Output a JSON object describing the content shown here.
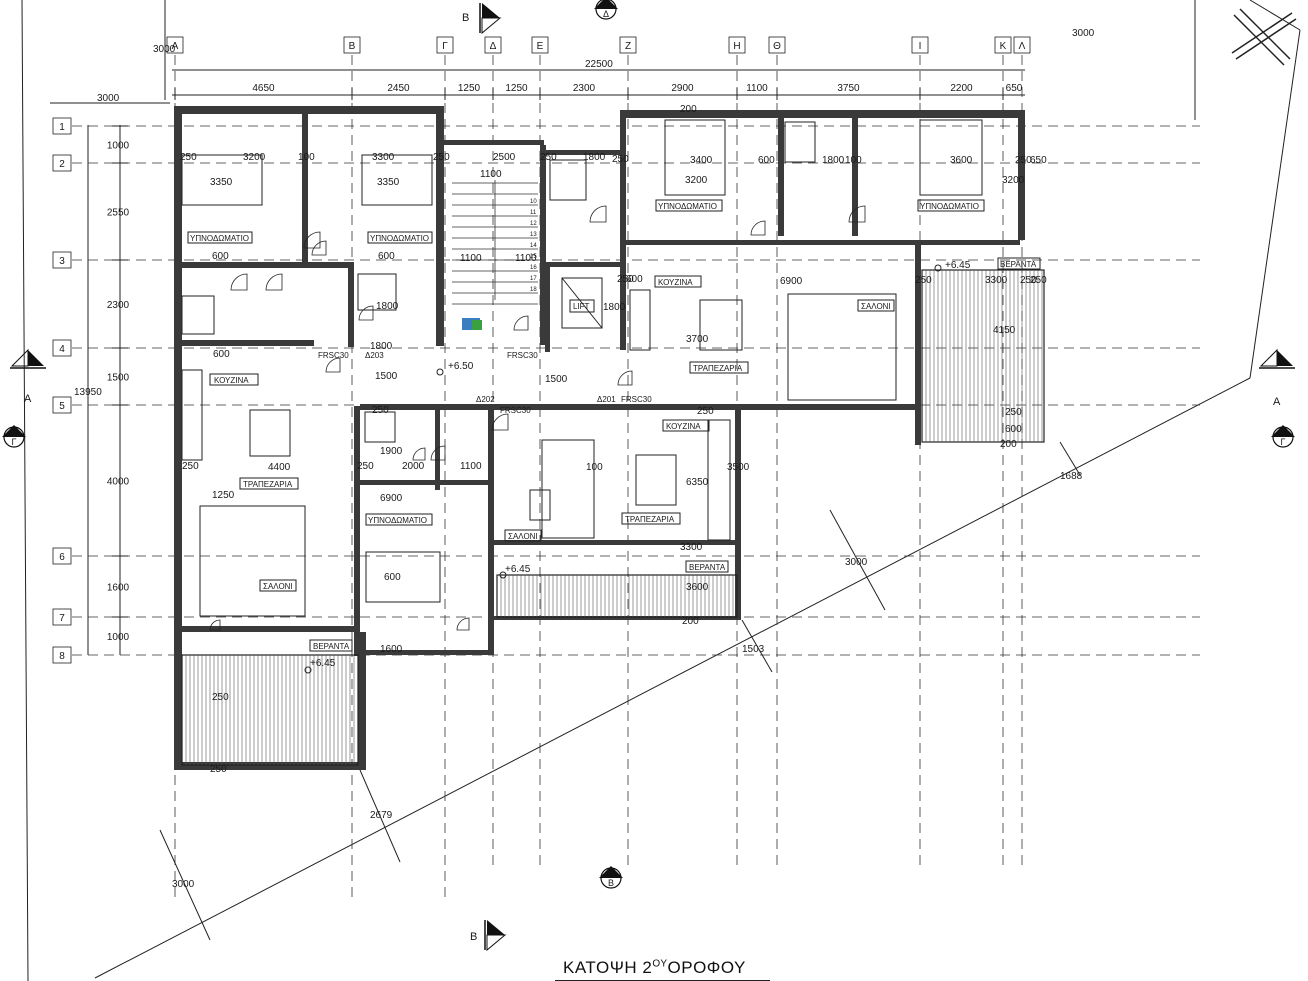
{
  "title": {
    "main": "ΚΑΤΟΨΗ 2",
    "sup": "ΟΥ",
    "rest": "ΟΡΟΦΟΥ"
  },
  "axes_letters": [
    "Α",
    "Β",
    "Γ",
    "Δ",
    "Ε",
    "Ζ",
    "Η",
    "Θ",
    "Ι",
    "Κ",
    "Λ"
  ],
  "axes_numbers": [
    "1",
    "2",
    "3",
    "4",
    "5",
    "6",
    "7",
    "8"
  ],
  "top_dims": [
    "4650",
    "2450",
    "1250",
    "1250",
    "2300",
    "2900",
    "1100",
    "3750",
    "2200",
    "650"
  ],
  "overall_width": "22500",
  "left_dims": [
    "1000",
    "2550",
    "2300",
    "1500",
    "4000",
    "1600",
    "1000"
  ],
  "overall_height": "13950",
  "setbacks": {
    "top_left": "3000",
    "top_left2": "3000",
    "top_right": "3000",
    "bottom_left": "3000",
    "bottom_mid": "2679",
    "right_mid": "3000",
    "right_1": "1688",
    "right_2": "1503"
  },
  "section_marks": {
    "A": "Α",
    "B": "Β",
    "G": "Γ",
    "D": "Δ"
  },
  "rooms": {
    "bedroom": "ΥΠΝΟΔΩΜΑΤΙΟ",
    "kitchen": "ΚΟΥΖΙΝΑ",
    "dining": "ΤΡΑΠΕΖΑΡΙΑ",
    "living": "ΣΑΛΟΝΙ",
    "veranda": "ΒΕΡΑΝΤΑ",
    "lift": "LIFT"
  },
  "levels": {
    "landing": "+6.50",
    "veranda": "+6.45"
  },
  "doors": {
    "fire_door": "FRSC30",
    "d201": "Δ201",
    "d202": "Δ202",
    "d203": "Δ203"
  },
  "room_dims": [
    "250",
    "3200",
    "100",
    "3300",
    "250",
    "250",
    "2500",
    "1800",
    "250",
    "3400",
    "600",
    "1800",
    "100",
    "3600",
    "250",
    "650",
    "3350",
    "3350",
    "1100",
    "3200",
    "3200",
    "600",
    "600",
    "1800",
    "1100",
    "1100",
    "250",
    "600",
    "1800",
    "6900",
    "250",
    "3300",
    "250",
    "4150",
    "3700",
    "1800",
    "600",
    "1500",
    "1500",
    "250",
    "4400",
    "250",
    "250",
    "1900",
    "2000",
    "1100",
    "100",
    "6350",
    "3500",
    "1250",
    "6900",
    "600",
    "3600",
    "1600",
    "250",
    "250",
    "3300",
    "250",
    "250",
    "600",
    "200",
    "250",
    "200",
    "200"
  ],
  "stair_steps": [
    "10",
    "11",
    "12",
    "13",
    "14",
    "15",
    "16",
    "17",
    "18"
  ]
}
